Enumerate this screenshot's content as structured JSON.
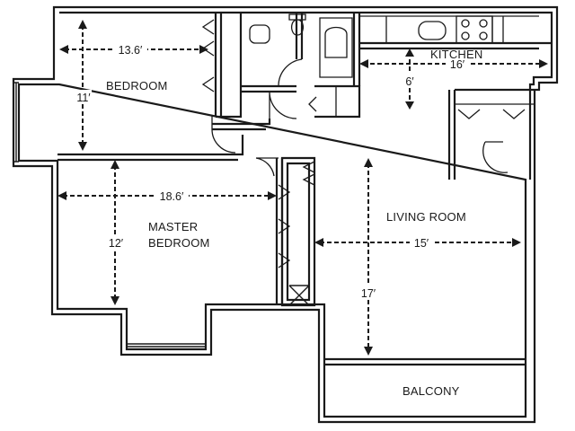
{
  "rooms": {
    "bedroom": "BEDROOM",
    "kitchen": "KITCHEN",
    "master_bedroom_line1": "MASTER",
    "master_bedroom_line2": "BEDROOM",
    "living_room": "LIVING ROOM",
    "balcony": "BALCONY"
  },
  "dimensions": {
    "bedroom_width": "13.6′",
    "bedroom_depth": "11′",
    "kitchen_width": "16′",
    "kitchen_depth": "6′",
    "master_width": "18.6′",
    "master_depth": "12′",
    "living_width": "15′",
    "living_depth": "17′"
  }
}
